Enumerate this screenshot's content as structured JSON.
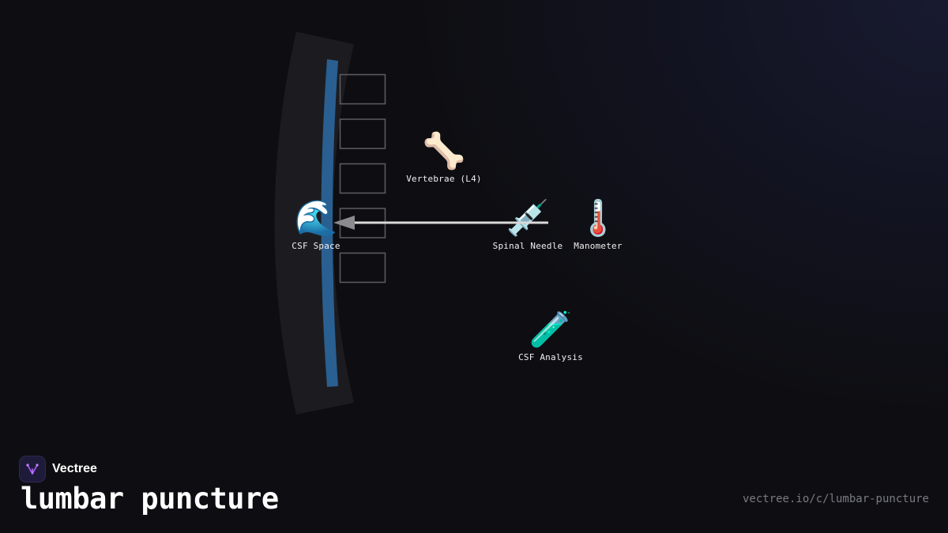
{
  "brand": {
    "name": "Vectree",
    "logo_icon": "vectree-logo-icon",
    "accent": "#a855f7"
  },
  "title": "lumbar puncture",
  "footer": {
    "url": "vectree.io/c/lumbar-puncture"
  },
  "colors": {
    "background": "#0e0e12",
    "spinal_canal": "#2a5f91",
    "spine_body": "#1c1c20",
    "vertebra_outline": "#5c5c62",
    "needle": "#d9d9d9"
  },
  "diagram": {
    "nodes": [
      {
        "id": "vertebrae",
        "label": "Vertebrae (L4)",
        "icon": "bone-icon",
        "emoji": "🦴"
      },
      {
        "id": "csf-space",
        "label": "CSF Space",
        "icon": "water-wave-icon",
        "emoji": "🌊"
      },
      {
        "id": "spinal-needle",
        "label": "Spinal Needle",
        "icon": "syringe-icon",
        "emoji": "💉"
      },
      {
        "id": "manometer",
        "label": "Manometer",
        "icon": "thermometer-icon",
        "emoji": "🌡️"
      },
      {
        "id": "csf-analysis",
        "label": "CSF Analysis",
        "icon": "test-tube-icon",
        "emoji": "🧪"
      }
    ],
    "edges": [
      {
        "from": "spinal-needle",
        "to": "csf-space",
        "style": "arrow"
      }
    ],
    "vertebra_segments": 5
  }
}
